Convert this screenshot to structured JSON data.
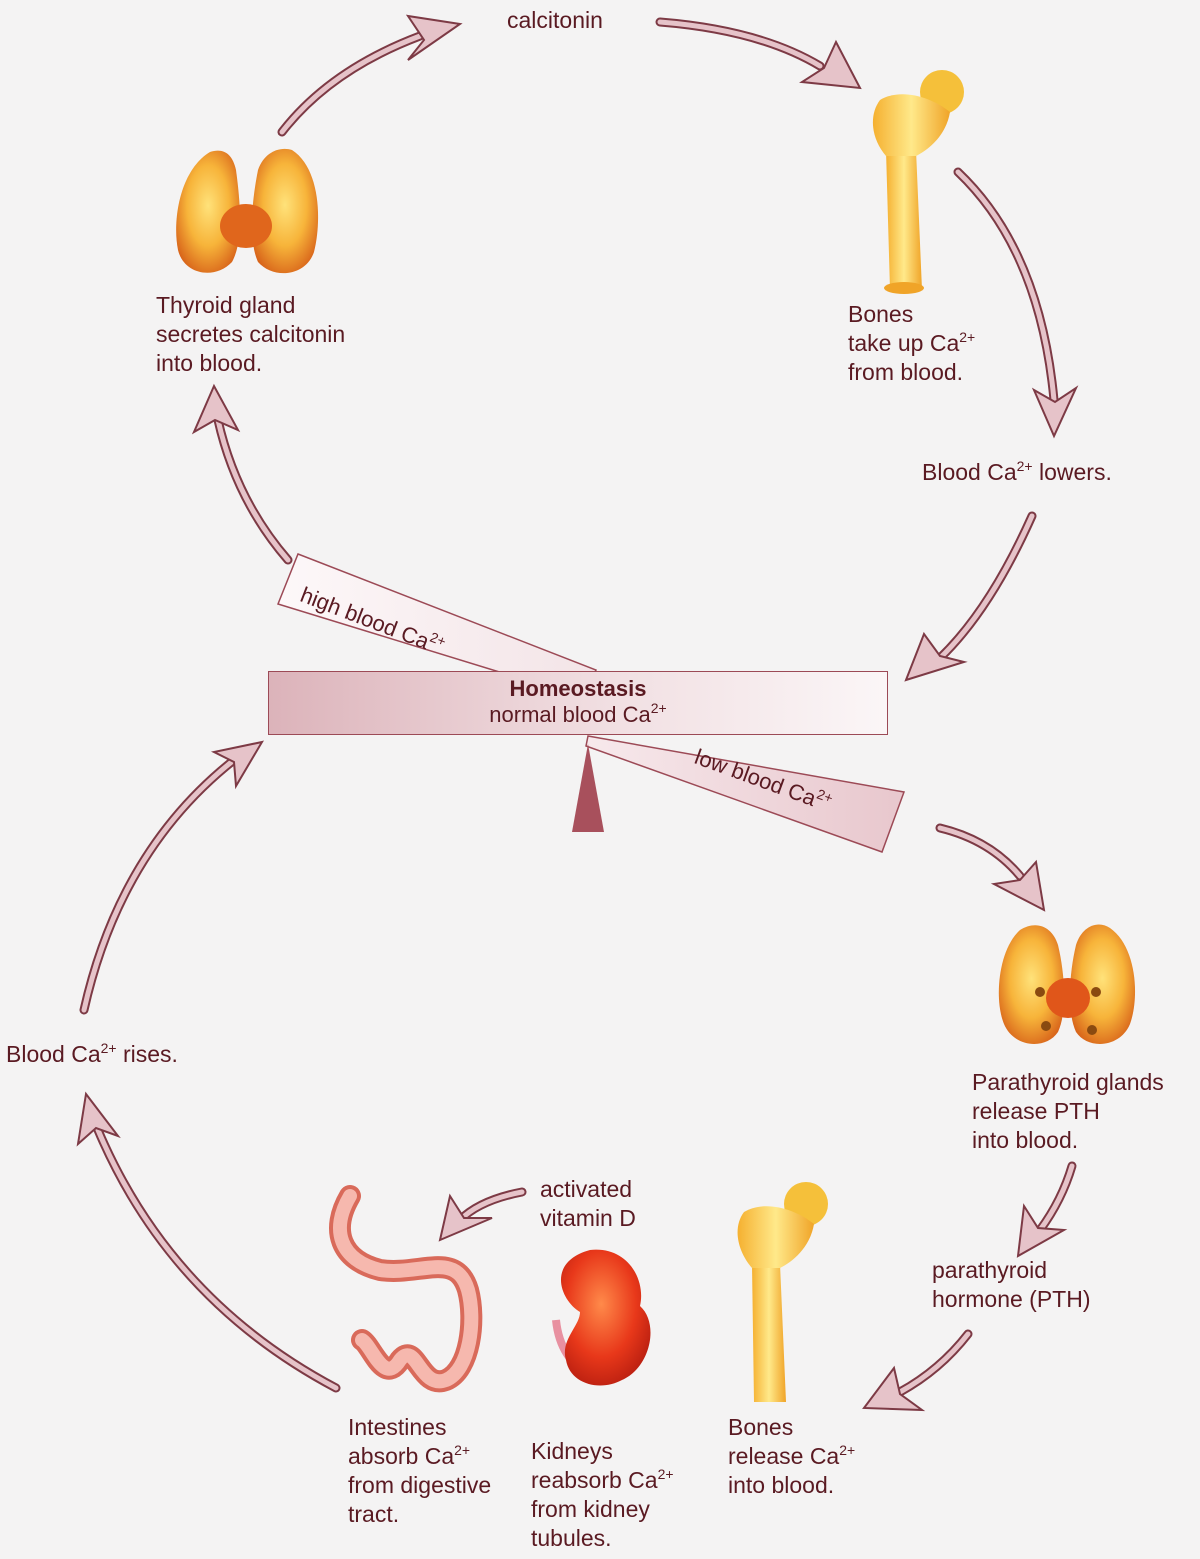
{
  "labels": {
    "calcitonin": "calcitonin",
    "thyroid": [
      "Thyroid gland",
      "secretes calcitonin",
      "into blood."
    ],
    "bones_up": {
      "line1": "Bones",
      "line2_pre": "take up Ca",
      "line2_sup": "2+",
      "line3": "from blood."
    },
    "lowers": {
      "pre": "Blood Ca",
      "sup": "2+",
      "post": " lowers."
    },
    "high": {
      "pre": "high blood Ca",
      "sup": "2+"
    },
    "low": {
      "pre": "low blood Ca",
      "sup": "2+"
    },
    "homeostasis": {
      "title": "Homeostasis",
      "sub_pre": "normal blood Ca",
      "sub_sup": "2+"
    },
    "rises": {
      "pre": "Blood Ca",
      "sup": "2+",
      "post": " rises."
    },
    "parathyroid": [
      "Parathyroid glands",
      "release PTH",
      "into blood."
    ],
    "pth": [
      "parathyroid",
      "hormone (PTH)"
    ],
    "vitd": [
      "activated",
      "vitamin D"
    ],
    "intestines": {
      "line1": "Intestines",
      "line2_pre": "absorb Ca",
      "line2_sup": "2+",
      "line3": "from digestive",
      "line4": "tract."
    },
    "kidneys": {
      "line1": "Kidneys",
      "line2_pre": "reabsorb Ca",
      "line2_sup": "2+",
      "line3": "from kidney",
      "line4": "tubules."
    },
    "bones_rel": {
      "line1": "Bones",
      "line2_pre": "release Ca",
      "line2_sup": "2+",
      "line3": "into blood."
    }
  },
  "colors": {
    "arrow": "#c9909a",
    "arrow_dark": "#7d3a45",
    "text": "#5a1a22",
    "gland": "#f0a030",
    "bone": "#f5c846",
    "kidney": "#e63a1a",
    "intestine": "#f0a098"
  }
}
